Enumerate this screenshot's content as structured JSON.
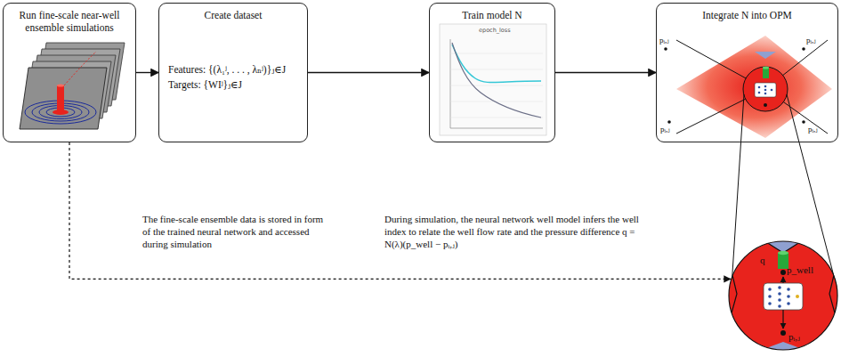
{
  "diagram": {
    "nodes": [
      {
        "text": [
          "Run fine-scale near-well ensemble simulations"
        ]
      },
      {
        "text": [
          "Create dataset",
          "Features: {(λ₁ʲ, . . . , λₙʲ)}ⱼ∈J",
          "Targets: {WIʲ}ⱼ∈J"
        ]
      },
      {
        "text": [
          "Train model N"
        ]
      },
      {
        "text": [
          "Integrate N into OPM"
        ]
      },
      {
        "text": [
          "q",
          "p_well",
          "pᵢ,ⱼ"
        ]
      }
    ],
    "edges": [
      {
        "from": 0,
        "to": 1,
        "arrow": "to"
      },
      {
        "from": 1,
        "to": 2,
        "arrow": "to"
      },
      {
        "from": 2,
        "to": 3,
        "arrow": "to"
      },
      {
        "from": 0,
        "to": 4,
        "arrow": "to"
      }
    ],
    "labels": [
      "epoch_loss",
      "pᵢ,ⱼ",
      "pᵢ,ⱼ",
      "pᵢ,ⱼ",
      "pᵢ,ⱼ",
      "The fine-scale ensemble data is stored in form of the trained neural network and accessed during simulation",
      "During simulation, the neural network well model infers the well index to relate the well flow rate and the pressure difference q = N(λ)(p_well − pᵢ,ⱼ)"
    ]
  }
}
